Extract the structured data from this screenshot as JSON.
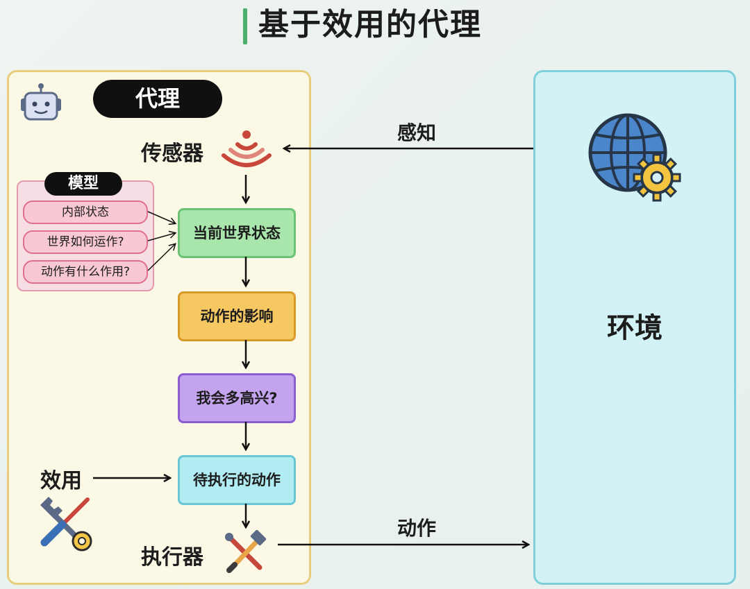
{
  "title": "基于效用的代理",
  "agent": {
    "label": "代理",
    "sensor_label": "传感器",
    "actuator_label": "执行器",
    "utility_label": "效用"
  },
  "model": {
    "label": "模型",
    "items": [
      "内部状态",
      "世界如何运作?",
      "动作有什么作用?"
    ]
  },
  "flow": [
    "当前世界状态",
    "动作的影响",
    "我会多高兴?",
    "待执行的动作"
  ],
  "environment": {
    "label": "环境"
  },
  "arrows": {
    "percept": "感知",
    "action": "动作"
  },
  "icons": [
    "robot-icon",
    "signal-waves-icon",
    "globe-gear-icon",
    "wrench-screwdriver-icon",
    "hammer-wrench-icon"
  ],
  "colors": {
    "agent_bg": "#fbf9e6",
    "agent_border": "#e8cd7e",
    "env_bg": "#d3f2f5",
    "env_border": "#7fcfda",
    "model_bg": "#f7dde4",
    "model_border": "#e49aac",
    "state_box": "#a8e6ac",
    "effect_box": "#f5c862",
    "happy_box": "#c5a4ef",
    "action_box": "#b2ecf3",
    "title_accent": "#4caf6d"
  }
}
